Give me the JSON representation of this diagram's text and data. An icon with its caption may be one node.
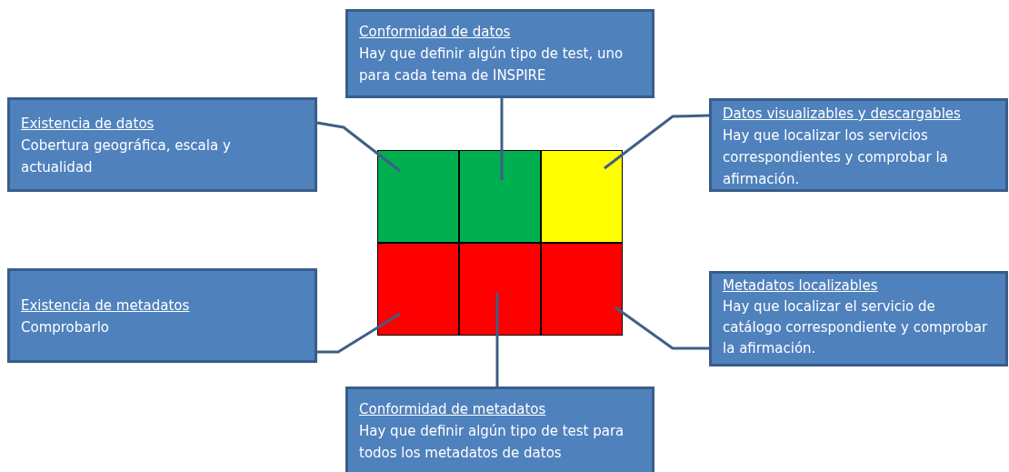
{
  "diagram": {
    "nodes": [
      {
        "text": [
          "Conformidad de datos",
          "Hay que definir algún tipo de test, uno para cada tema de INSPIRE"
        ]
      },
      {
        "text": [
          "Existencia de datos",
          "Cobertura geográfica, escala y actualidad"
        ]
      },
      {
        "text": [
          "Datos visualizables y descargables",
          "Hay que localizar los servicios correspondientes  y comprobar la afirmación."
        ]
      },
      {
        "text": [],
        "shape": "box"
      },
      {
        "text": [],
        "shape": "box"
      },
      {
        "text": [],
        "shape": "box"
      },
      {
        "text": [],
        "shape": "box"
      },
      {
        "text": [],
        "shape": "box"
      },
      {
        "text": [],
        "shape": "box"
      },
      {
        "text": [
          "Existencia de metadatos",
          "Comprobarlo"
        ]
      },
      {
        "text": [
          "Metadatos localizables",
          "Hay que localizar el servicio de catálogo correspondiente  y comprobar la afirmación."
        ]
      },
      {
        "text": [
          "Conformidad de  metadatos",
          "Hay que definir algún tipo de test para todos los metadatos de datos"
        ]
      }
    ],
    "edges": [
      {
        "from": 1,
        "to": 3,
        "arrow": "none"
      },
      {
        "from": 0,
        "to": 4,
        "arrow": "none"
      },
      {
        "from": 2,
        "to": 5,
        "arrow": "none"
      },
      {
        "from": 9,
        "to": 6,
        "arrow": "none"
      },
      {
        "from": 11,
        "to": 7,
        "arrow": "none"
      },
      {
        "from": 10,
        "to": 8,
        "arrow": "none"
      }
    ]
  }
}
